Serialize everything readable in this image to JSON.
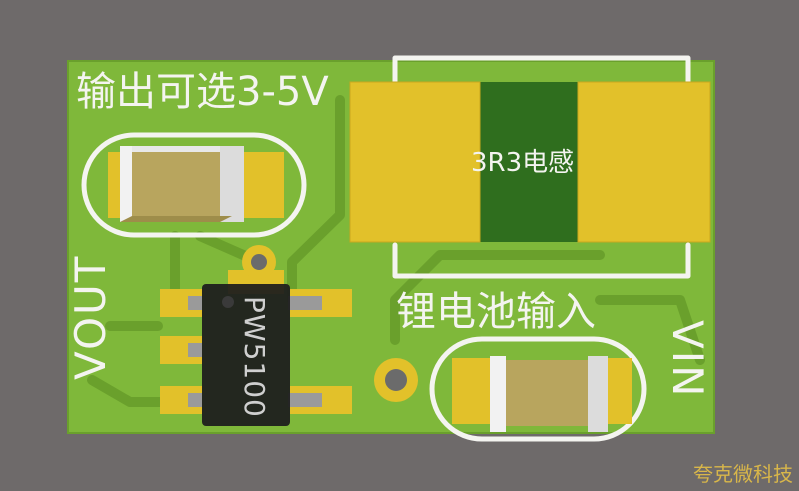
{
  "board": {
    "label_output": "输出可选3-5V",
    "label_inductor": "3R3电感",
    "label_battery": "锂电池输入",
    "label_vout": "VOUT",
    "label_vin": "VIN",
    "chip_marking": "PW5100"
  },
  "watermark": "夸克微科技",
  "colors": {
    "background": "#6e6a6a",
    "pcb_green": "#7fb83a",
    "trace_green": "#6aa02c",
    "pad_gold": "#e2c12a",
    "silkscreen": "#f4f4f0",
    "chip_body": "#1e1e1e",
    "inductor_core": "#2f6e1e",
    "capacitor_body": "#b8a55e",
    "watermark": "#d8b64a"
  }
}
